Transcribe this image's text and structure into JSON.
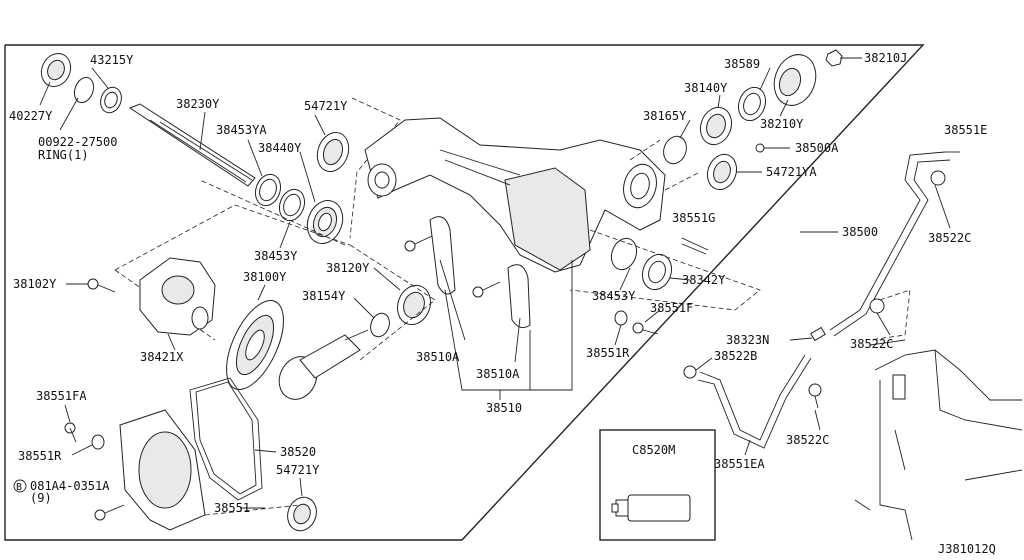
{
  "diagram_code": "J381012Q",
  "inset_label": "C8520M",
  "bolt_prefix": "B",
  "labels": {
    "p40227Y": "40227Y",
    "p43215Y": "43215Y",
    "p00922": "00922-27500",
    "ring": "RING(1)",
    "p38230Y": "38230Y",
    "p38453YA": "38453YA",
    "p38440Y": "38440Y",
    "p54721Y_top": "54721Y",
    "p38453Y_left": "38453Y",
    "p38102Y": "38102Y",
    "p38100Y": "38100Y",
    "p38120Y": "38120Y",
    "p38154Y": "38154Y",
    "p38421X": "38421X",
    "p38589": "38589",
    "p38210J": "38210J",
    "p38140Y": "38140Y",
    "p38165Y": "38165Y",
    "p38210Y": "38210Y",
    "p38500A": "38500A",
    "p54721YA": "54721YA",
    "p38551E": "38551E",
    "p38551G": "38551G",
    "p38500": "38500",
    "p38522C_a": "38522C",
    "p38342Y": "38342Y",
    "p38453Y_right": "38453Y",
    "p38551F": "38551F",
    "p38551R_right": "38551R",
    "p38323N": "38323N",
    "p38522C_b": "38522C",
    "p38522B": "38522B",
    "p38510A_1": "38510A",
    "p38510A_2": "38510A",
    "p38510": "38510",
    "p38551FA": "38551FA",
    "p38551R_left": "38551R",
    "p081A4": "081A4-0351A",
    "qty9": "(9)",
    "p38520": "38520",
    "p54721Y_bottom": "54721Y",
    "p38551": "38551",
    "p38522C_c": "38522C",
    "p38551EA": "38551EA"
  }
}
